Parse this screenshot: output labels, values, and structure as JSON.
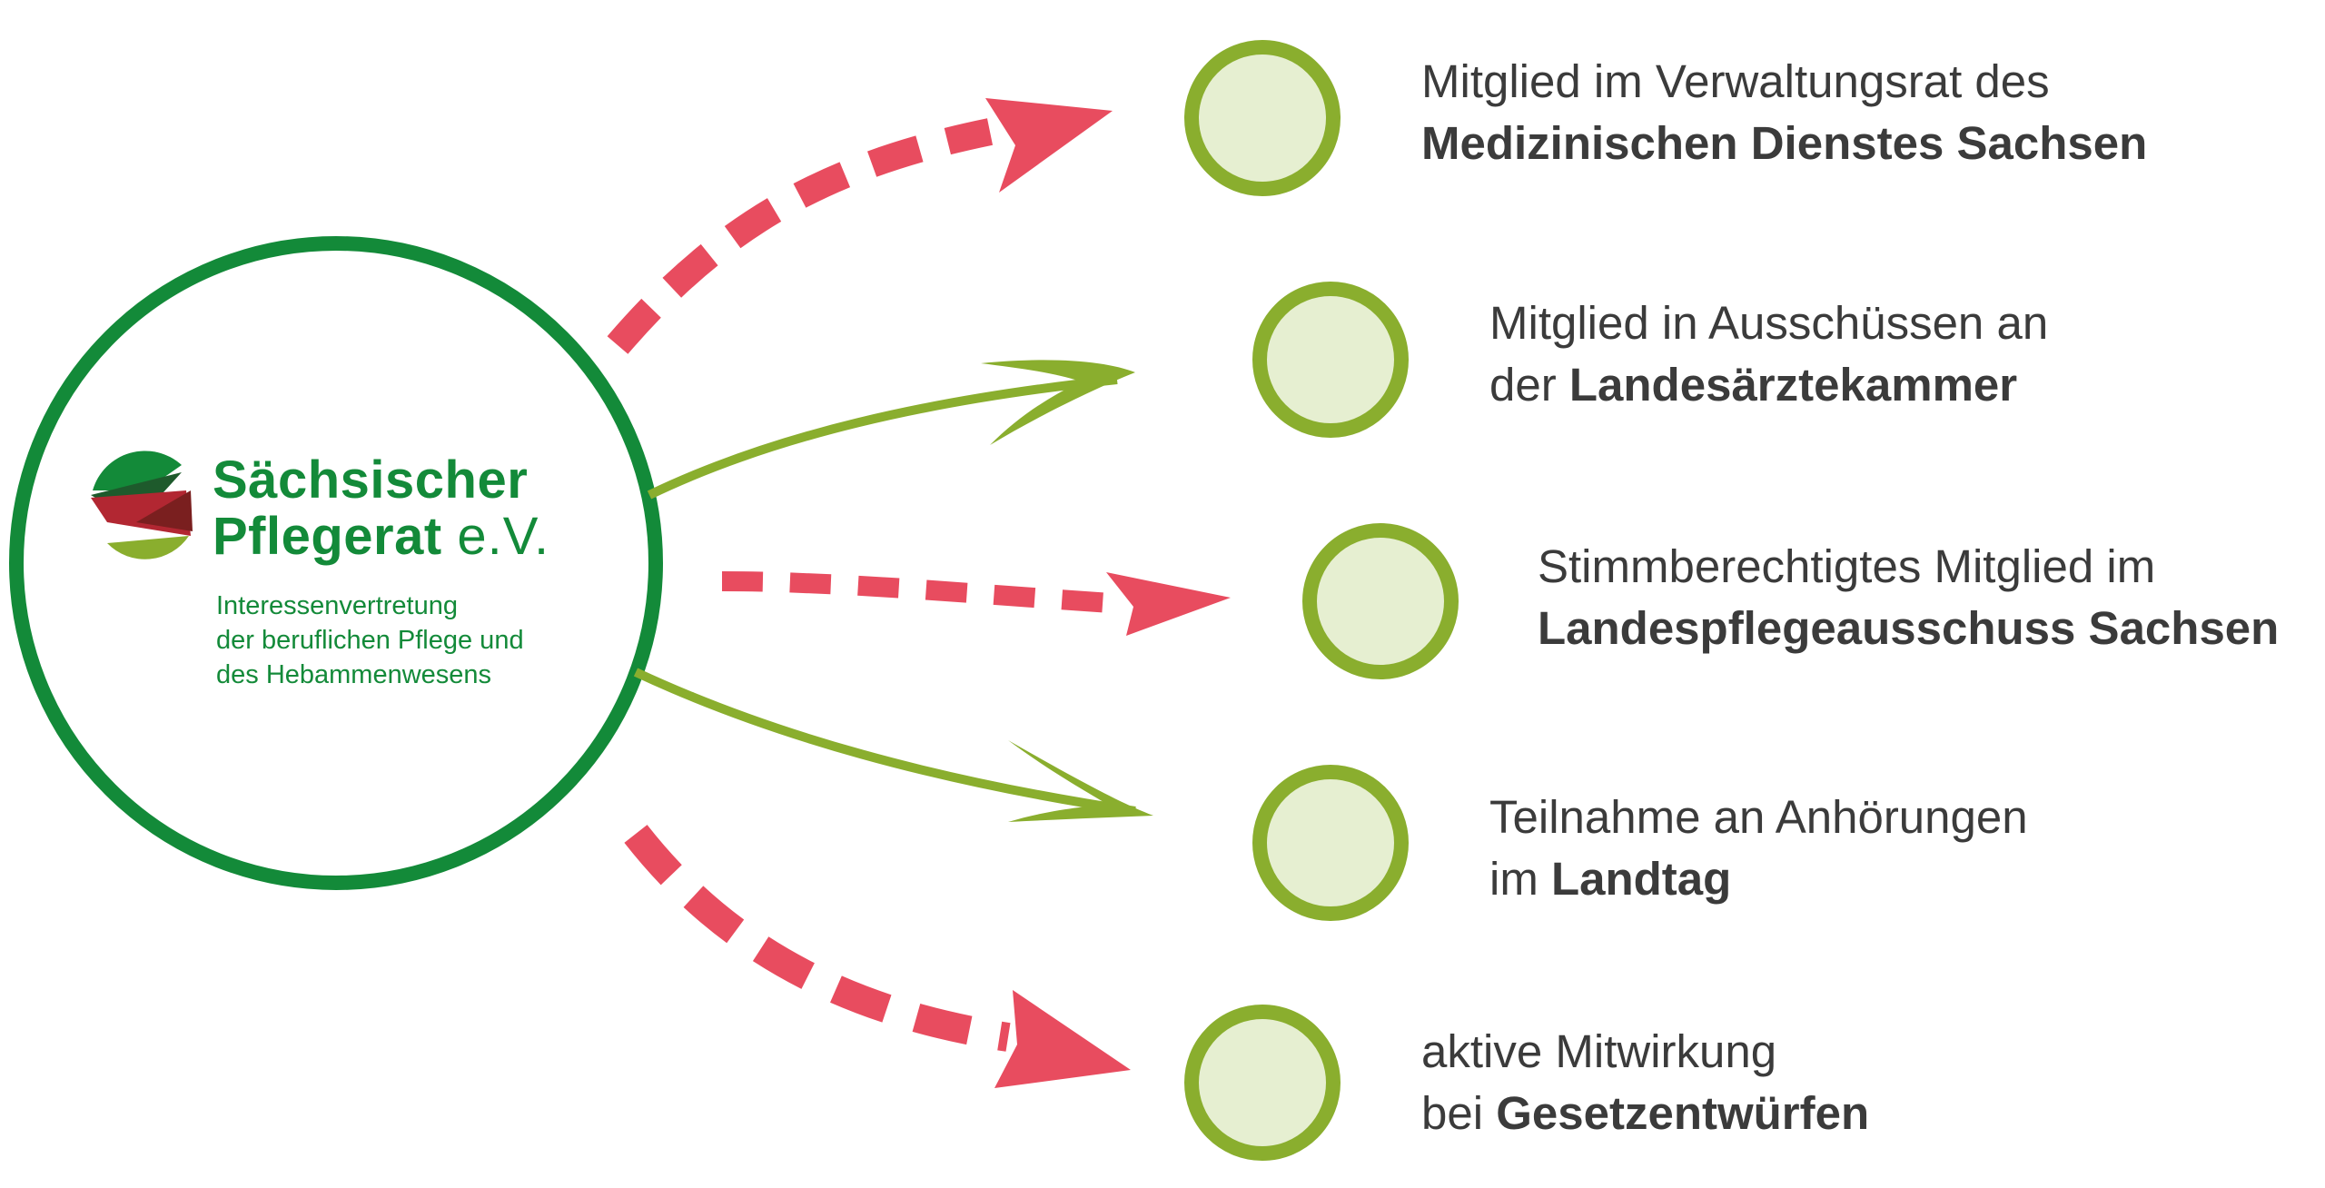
{
  "org": {
    "name_line1": "Sächsischer",
    "name_line2": "Pflegerat",
    "name_suffix": "e.V.",
    "tagline": [
      "Interessenvertretung",
      "der beruflichen Pflege und",
      "des Hebammenwesens"
    ]
  },
  "items": [
    {
      "line1": "Mitglied im Verwaltungsrat des",
      "line2_prefix": "",
      "line2_bold": "Medizinischen Dienstes Sachsen",
      "arrow": "dashed-red"
    },
    {
      "line1": "Mitglied in Ausschüssen an",
      "line2_prefix": "der ",
      "line2_bold": "Landesärztekammer",
      "arrow": "solid-green"
    },
    {
      "line1": "Stimmberechtigtes Mitglied im",
      "line2_prefix": "",
      "line2_bold": "Landespflegeausschuss Sachsen",
      "arrow": "dashed-red"
    },
    {
      "line1": "Teilnahme an Anhörungen",
      "line2_prefix": "im ",
      "line2_bold": "Landtag",
      "arrow": "solid-green"
    },
    {
      "line1": "aktive Mitwirkung",
      "line2_prefix": "bei ",
      "line2_bold": "Gesetzentwürfen",
      "arrow": "dashed-red"
    }
  ],
  "colors": {
    "org_green": "#138a39",
    "leaf_green": "#8aae2e",
    "node_fill": "#e6efd1",
    "arrow_red": "#e84c5f",
    "text": "#3b3b3b",
    "logo_dark_red": "#7a1f1f",
    "logo_red": "#b22732",
    "logo_dark_green": "#1e5a2c"
  }
}
